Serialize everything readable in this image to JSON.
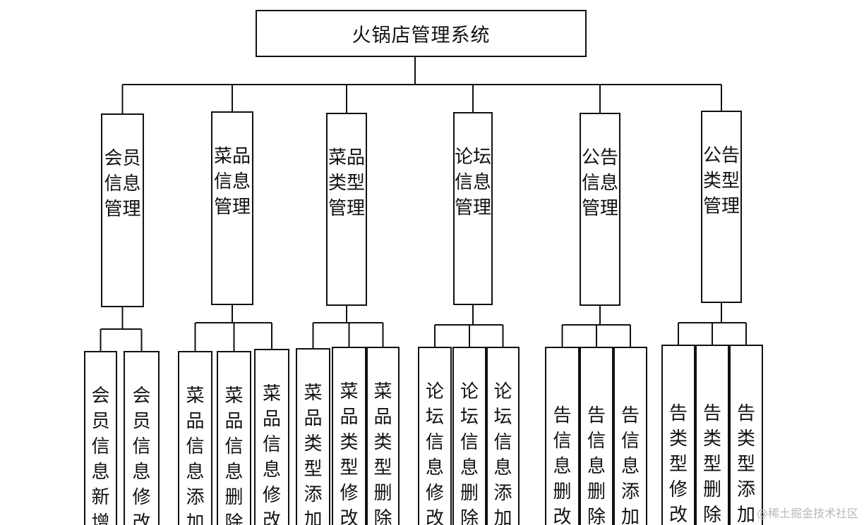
{
  "diagram": {
    "root": "火锅店管理系统",
    "modules": [
      {
        "label": "会员信息管理",
        "leaves": [
          "会员信息新增",
          "会员信息修改"
        ]
      },
      {
        "label": "菜品信息管理",
        "leaves": [
          "菜品信息添加",
          "菜品信息删除",
          "菜品信息修改"
        ]
      },
      {
        "label": "菜品类型管理",
        "leaves": [
          "菜品类型添加",
          "菜品类型修改",
          "菜品类型删除"
        ]
      },
      {
        "label": "论坛信息管理",
        "leaves": [
          "论坛信息修改",
          "论坛信息删除",
          "论坛信息添加"
        ]
      },
      {
        "label": "公告信息管理",
        "leaves": [
          "告信息删改",
          "告信息删除",
          "告信息添加"
        ]
      },
      {
        "label": "公告类型管理",
        "leaves": [
          "告类型修改",
          "告类型删除",
          "告类型添加"
        ]
      }
    ]
  },
  "watermark": "@稀土掘金技术社区"
}
